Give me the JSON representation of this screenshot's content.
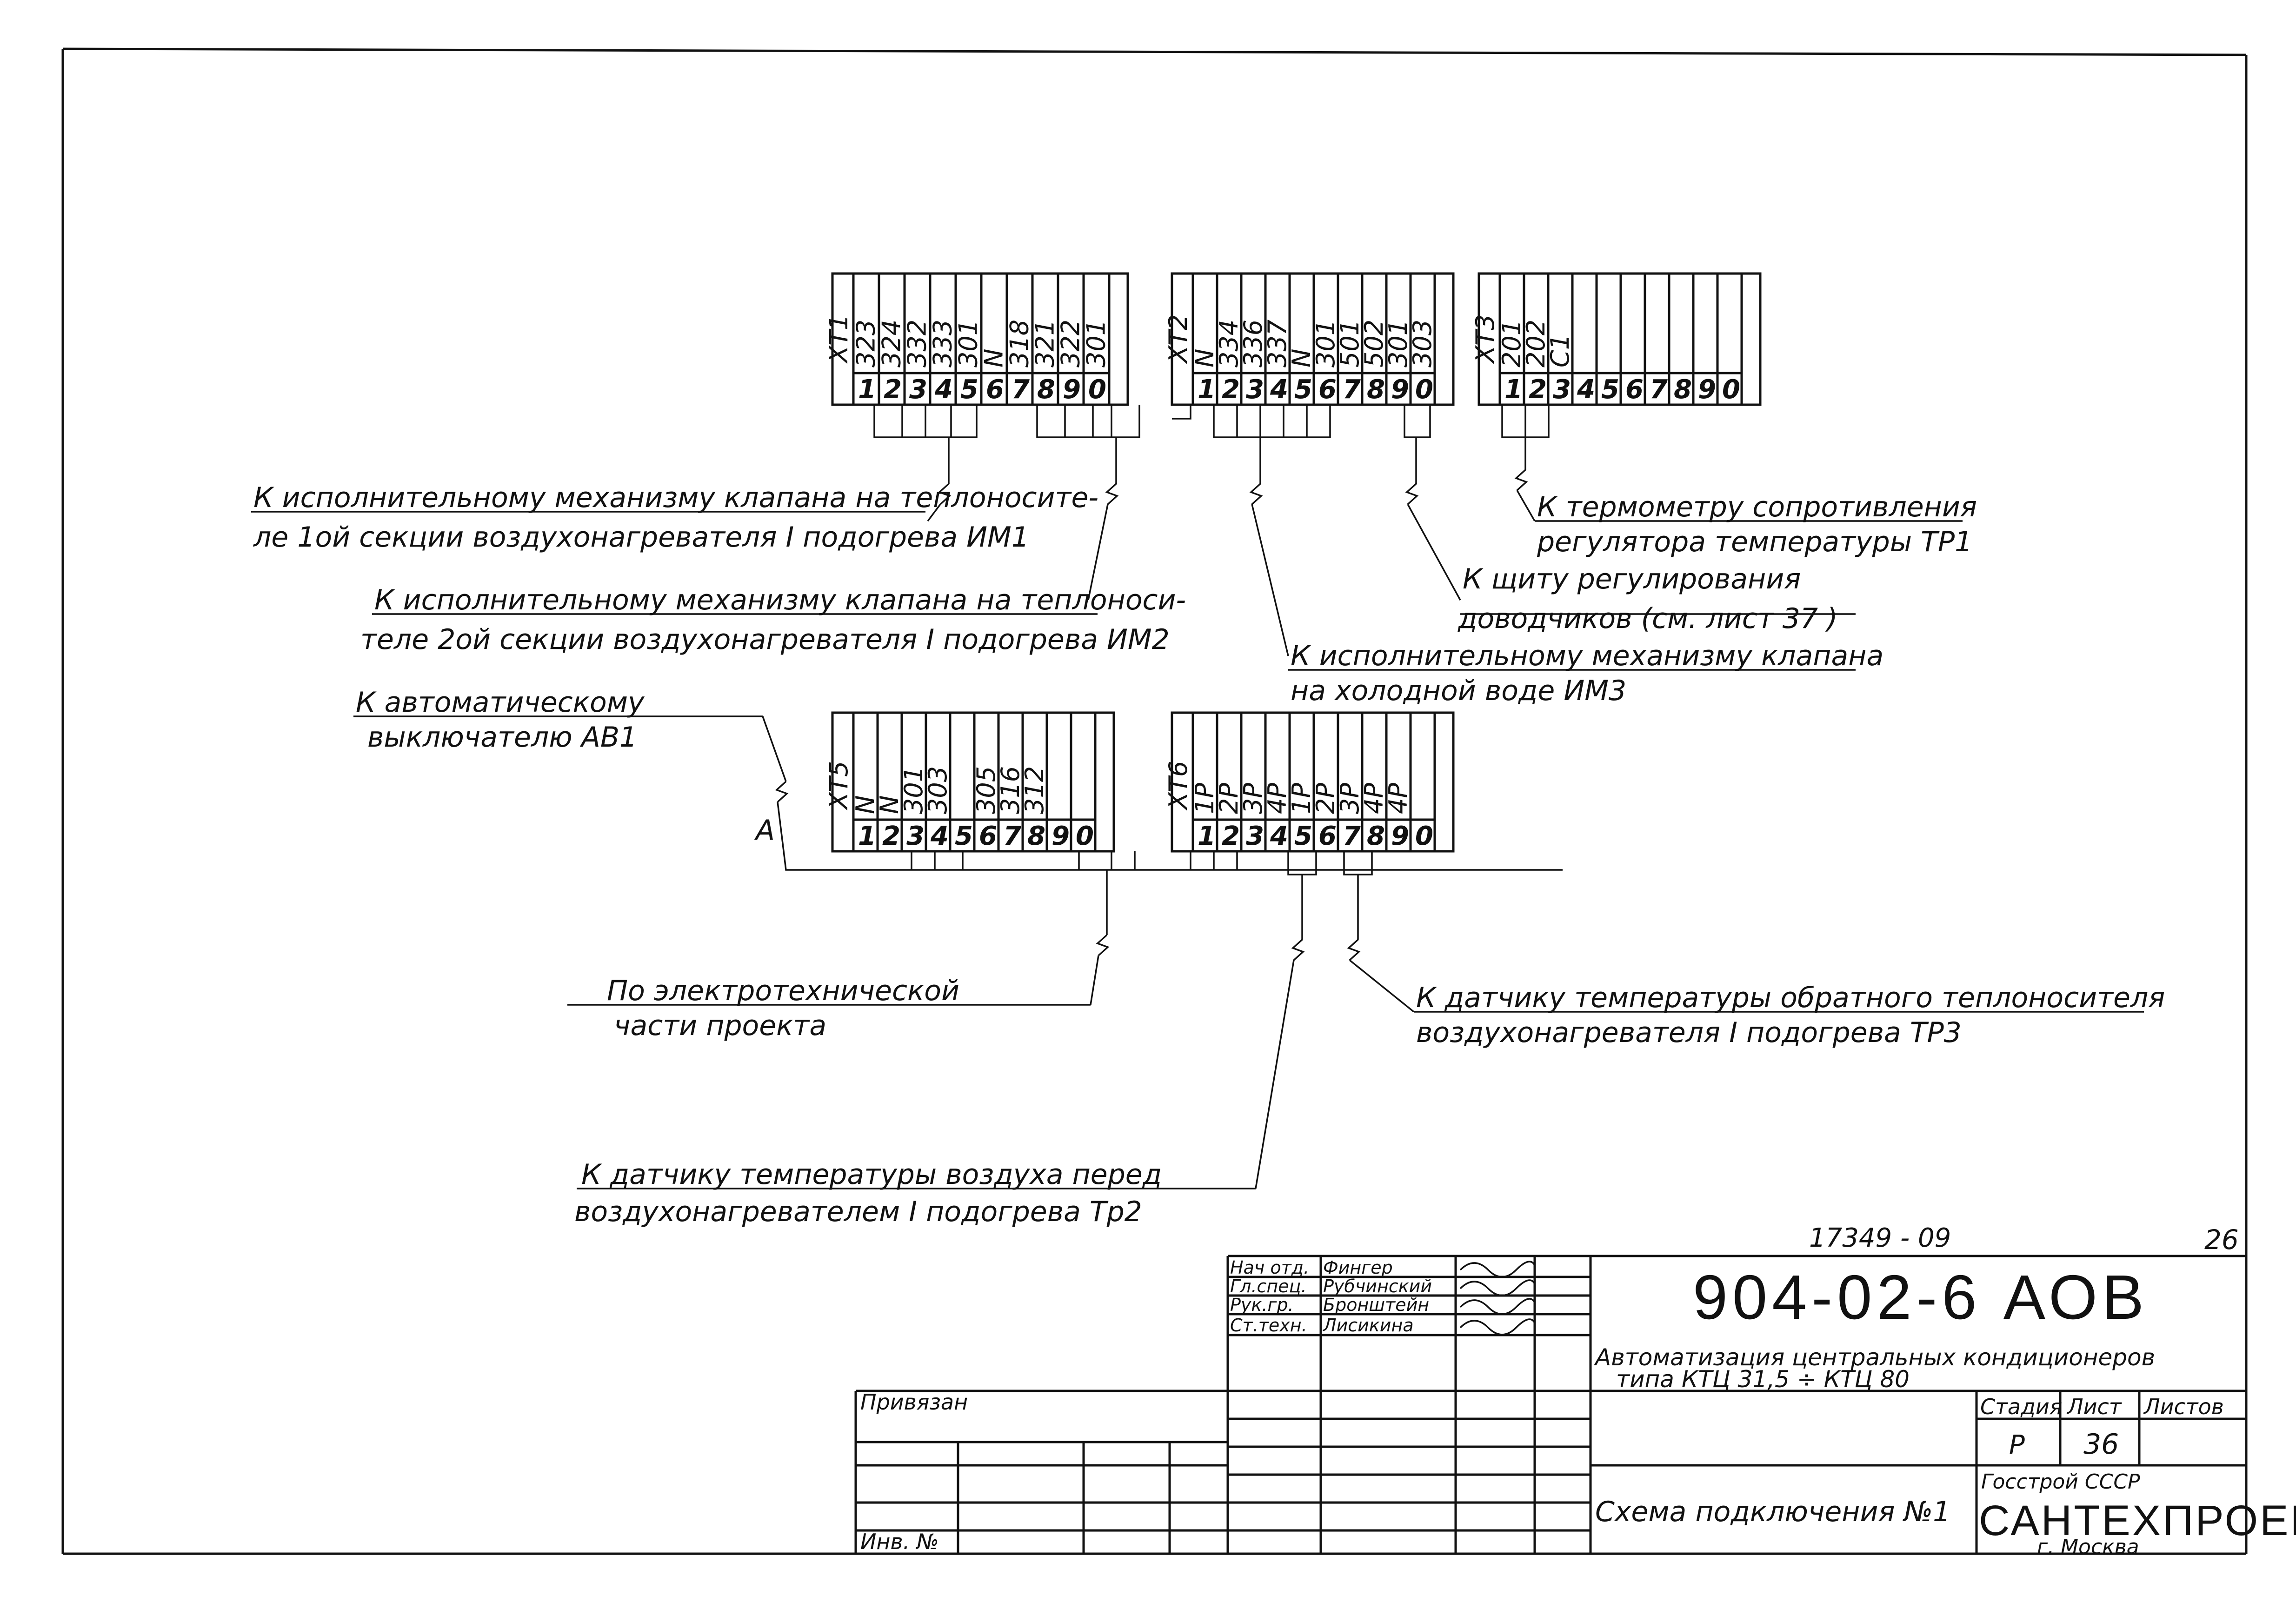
{
  "terminal_blocks": [
    {
      "id": "XT1",
      "wires": [
        "323",
        "324",
        "332",
        "333",
        "301",
        "N",
        "318",
        "321",
        "322",
        "301"
      ],
      "numbers": [
        "1",
        "2",
        "3",
        "4",
        "5",
        "6",
        "7",
        "8",
        "9",
        "0"
      ]
    },
    {
      "id": "XT2",
      "wires": [
        "N",
        "334",
        "336",
        "337",
        "N",
        "301",
        "501",
        "502",
        "301",
        "303"
      ],
      "numbers": [
        "1",
        "2",
        "3",
        "4",
        "5",
        "6",
        "7",
        "8",
        "9",
        "0"
      ]
    },
    {
      "id": "XT3",
      "wires": [
        "201",
        "202",
        "C1",
        "",
        "",
        "",
        "",
        "",
        "",
        ""
      ],
      "numbers": [
        "1",
        "2",
        "3",
        "4",
        "5",
        "6",
        "7",
        "8",
        "9",
        "0"
      ]
    },
    {
      "id": "XT5",
      "wires": [
        "N",
        "N",
        "301",
        "303",
        "",
        "305",
        "316",
        "312",
        "",
        ""
      ],
      "numbers": [
        "1",
        "2",
        "3",
        "4",
        "5",
        "6",
        "7",
        "8",
        "9",
        "0"
      ]
    },
    {
      "id": "XT6",
      "wires": [
        "1P",
        "2P",
        "3P",
        "4P",
        "1P",
        "2P",
        "3P",
        "4P",
        "4P",
        ""
      ],
      "numbers": [
        "1",
        "2",
        "3",
        "4",
        "5",
        "6",
        "7",
        "8",
        "9",
        "0"
      ]
    }
  ],
  "labels": {
    "im1_line1": "К исполнительному механизму клапана на теплоносите-",
    "im1_line2": "ле 1ой секции воздухонагревателя I подогрева ИМ1",
    "im2_line1": "К исполнительному механизму клапана на теплоноси-",
    "im2_line2": "теле 2ой секции воздухонагревателя I подогрева ИМ2",
    "im3_line1": "К исполнительному механизму клапана",
    "im3_line2": "на холодной воде ИМ3",
    "panel_line1": "К щиту регулирования",
    "panel_line2": "доводчиков (см. лист 37 )",
    "tp1_line1": "К термометру сопротивления",
    "tp1_line2": "регулятора температуры ТР1",
    "ab1_line1": "К автоматическому",
    "ab1_line2": "выключателю АВ1",
    "phase_a": "А",
    "elec_line1": "По электротехнической",
    "elec_line2": "части проекта",
    "tp3_line1": "К датчику температуры обратного теплоносителя",
    "tp3_line2": "воздухонагревателя I подогрева ТР3",
    "tp2_line1": "К датчику температуры воздуха перед",
    "tp2_line2": "воздухонагревателем I подогрева Тр2"
  },
  "title_block": {
    "doc_number": "17349 - 09",
    "sheet_corner": "26",
    "code": "904-02-6 АОВ",
    "roles": [
      "Нач отд.",
      "Гл.спец.",
      "Рук.гр.",
      "Ст.техн."
    ],
    "names": [
      "Фингер",
      "Рубчинский",
      "Бронштейн",
      "Лисикина"
    ],
    "title_line1": "Автоматизация центральных кондиционеров",
    "title_line2": "типа КТЦ 31,5 ÷ КТЦ 80",
    "stage_header": "Стадия",
    "sheet_header": "Лист",
    "sheets_header": "Листов",
    "stage_value": "Р",
    "sheet_value": "36",
    "sheet_name": "Схема подключения №1",
    "org_top": "Госстрой СССР",
    "org_name": "САНТЕХПРОЕКТ",
    "org_city": "г. Москва",
    "bound_label": "Привязан",
    "inv_label": "Инв. №"
  }
}
